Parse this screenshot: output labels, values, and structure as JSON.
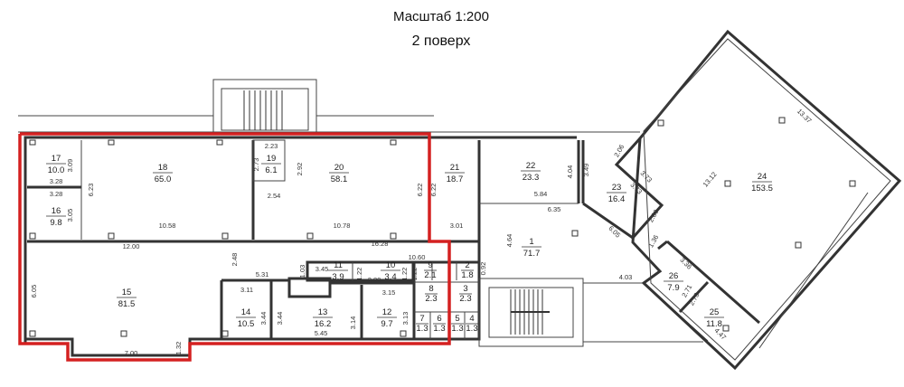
{
  "header": {
    "scale": "Масштаб 1:200",
    "floor": "2 поверх"
  },
  "colors": {
    "highlight": "#d42020",
    "walls": "#333333"
  },
  "rooms": [
    {
      "number": "1",
      "area": "71.7"
    },
    {
      "number": "2",
      "area": "1.8"
    },
    {
      "number": "3",
      "area": "2.3"
    },
    {
      "number": "4",
      "area": "1.3"
    },
    {
      "number": "5",
      "area": "1.3"
    },
    {
      "number": "6",
      "area": "1.3"
    },
    {
      "number": "7",
      "area": "1.3"
    },
    {
      "number": "8",
      "area": "2.3"
    },
    {
      "number": "9",
      "area": "2.1"
    },
    {
      "number": "10",
      "area": "3.4"
    },
    {
      "number": "11",
      "area": "3.9"
    },
    {
      "number": "12",
      "area": "9.7"
    },
    {
      "number": "13",
      "area": "16.2"
    },
    {
      "number": "14",
      "area": "10.5"
    },
    {
      "number": "15",
      "area": "81.5"
    },
    {
      "number": "16",
      "area": "9.8"
    },
    {
      "number": "17",
      "area": "10.0"
    },
    {
      "number": "18",
      "area": "65.0"
    },
    {
      "number": "19",
      "area": "6.1"
    },
    {
      "number": "20",
      "area": "58.1"
    },
    {
      "number": "21",
      "area": "18.7"
    },
    {
      "number": "22",
      "area": "23.3"
    },
    {
      "number": "23",
      "area": "16.4"
    },
    {
      "number": "24",
      "area": "153.5"
    },
    {
      "number": "25",
      "area": "11.8"
    },
    {
      "number": "26",
      "area": "7.9"
    }
  ],
  "dimensions": [
    "3.09",
    "3.28",
    "3.28",
    "3.05",
    "6.23",
    "10.58",
    "2.23",
    "2.73",
    "2.92",
    "2.54",
    "10.78",
    "6.22",
    "6.22",
    "3.01",
    "12.00",
    "16.28",
    "2.48",
    "10.60",
    "0.92",
    "5.31",
    "1.03",
    "3.45",
    "1.22",
    "2.80",
    "1.22",
    "1.22",
    "3.11",
    "3.15",
    "3.44",
    "3.44",
    "3.14",
    "3.13",
    "5.45",
    "6.05",
    "7.00",
    "1.32",
    "4.04",
    "3.49",
    "5.84",
    "6.35",
    "4.64",
    "2.06",
    "3.73",
    "3.73",
    "2.80",
    "6.05",
    "1.36",
    "4.03",
    "3.36",
    "2.71",
    "2.73",
    "4.47",
    "13.12",
    "13.37"
  ]
}
